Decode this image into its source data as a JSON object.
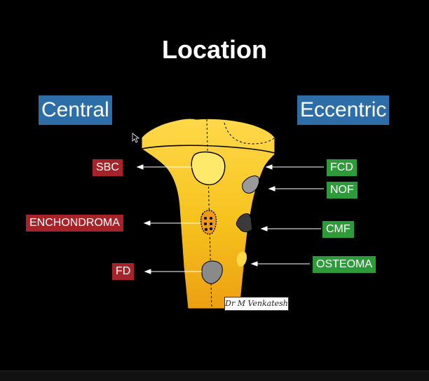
{
  "slide": {
    "title": "Location",
    "central_label": "Central",
    "eccentric_label": "Eccentric",
    "credit": "Dr M Venkatesh"
  },
  "central_lesions": [
    {
      "label": "SBC"
    },
    {
      "label": "ENCHONDROMA"
    },
    {
      "label": "FD"
    }
  ],
  "eccentric_lesions": [
    {
      "label": "FCD"
    },
    {
      "label": "NOF"
    },
    {
      "label": "CMF"
    },
    {
      "label": "OSTEOMA"
    }
  ],
  "colors": {
    "background": "#000000",
    "header_blue": "#2d6ea8",
    "central_red": "#a52329",
    "eccentric_green": "#2e9b3a",
    "bone_yellow": "#f5c21b"
  }
}
